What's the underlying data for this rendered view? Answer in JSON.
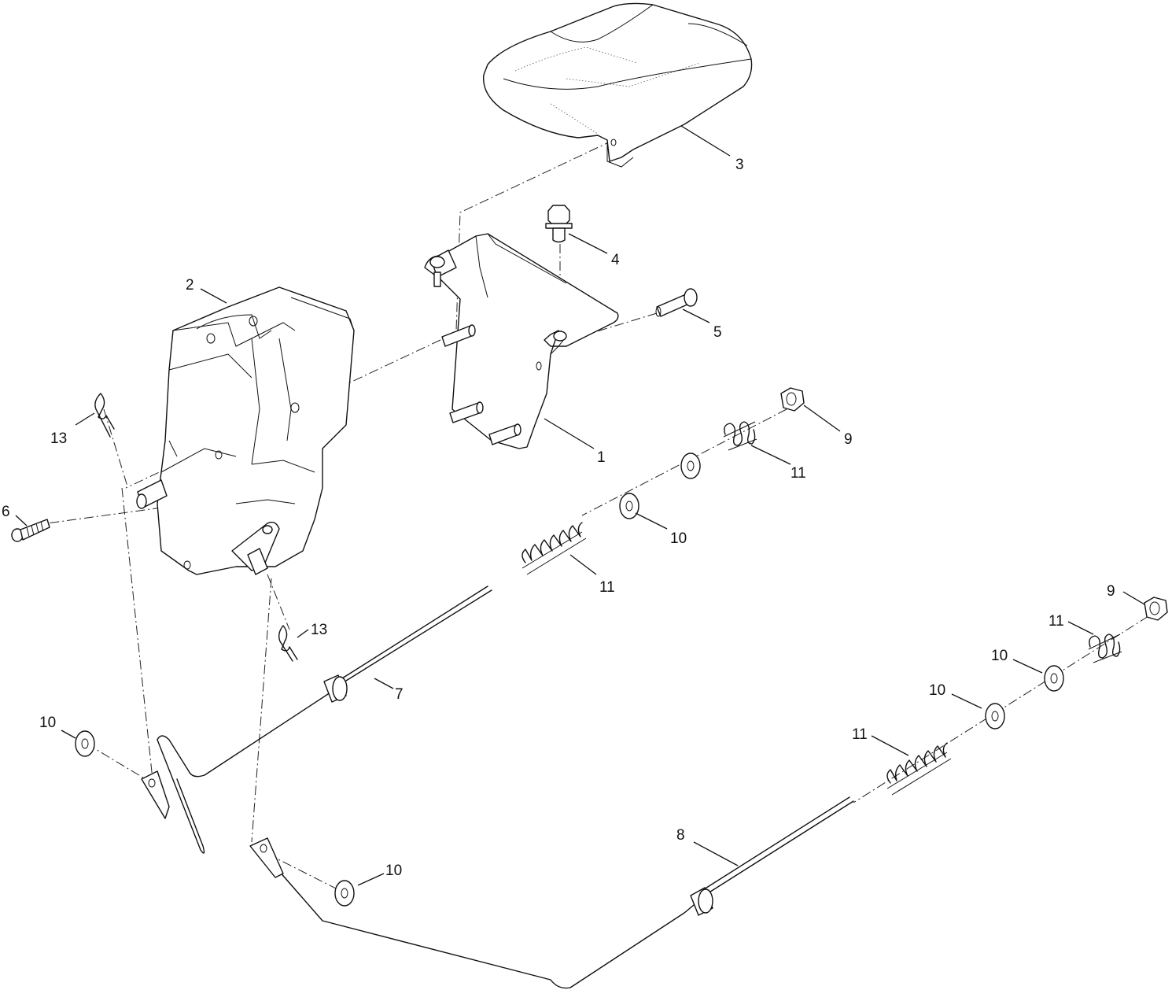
{
  "callouts": {
    "c1": "1",
    "c2": "2",
    "c3": "3",
    "c4": "4",
    "c5": "5",
    "c6": "6",
    "c7": "7",
    "c8": "8",
    "c9a": "9",
    "c9b": "9",
    "c10a": "10",
    "c10b": "10",
    "c10c": "10",
    "c10d": "10",
    "c10e": "10",
    "c11a": "11",
    "c11b": "11",
    "c11c": "11",
    "c11d": "11",
    "c13a": "13",
    "c13b": "13"
  }
}
